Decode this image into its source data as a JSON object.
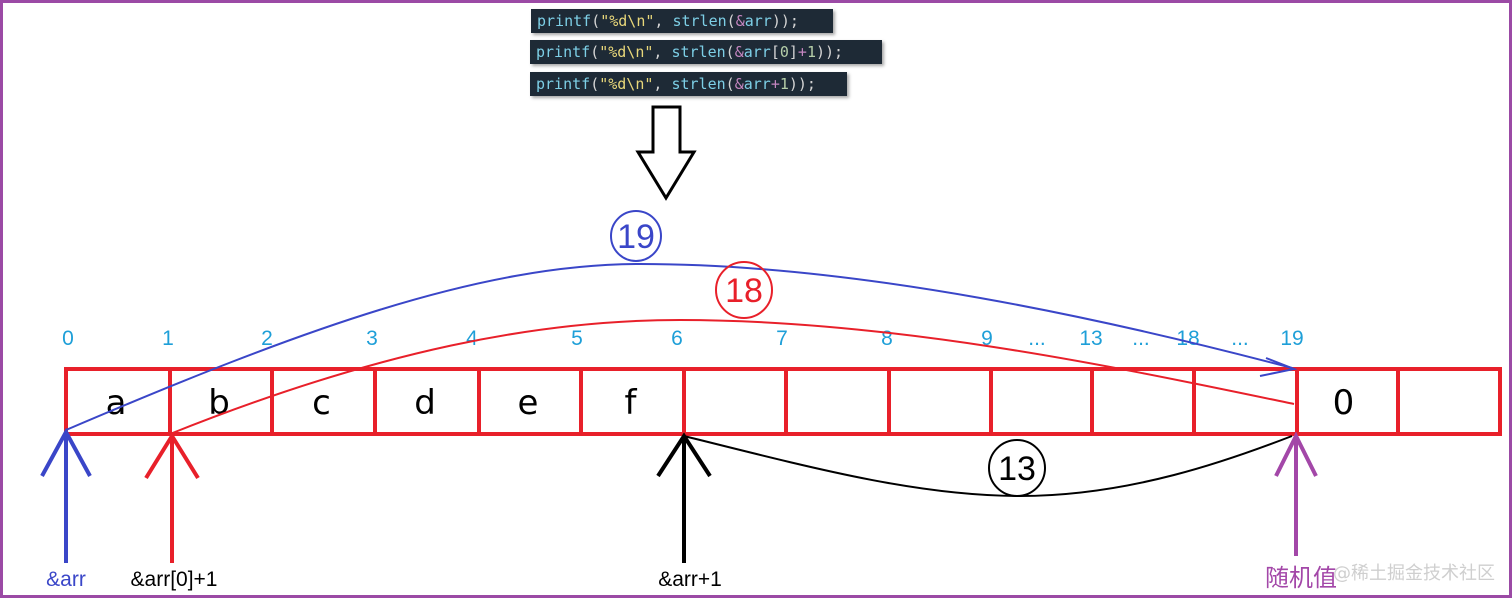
{
  "code_lines": [
    {
      "tokens": [
        {
          "t": "printf",
          "c": "fn"
        },
        {
          "t": "(",
          "c": "p"
        },
        {
          "t": "\"%d\\n\"",
          "c": "str"
        },
        {
          "t": ", ",
          "c": "p"
        },
        {
          "t": "strlen",
          "c": "fn"
        },
        {
          "t": "(",
          "c": "p"
        },
        {
          "t": "&",
          "c": "op"
        },
        {
          "t": "arr",
          "c": "fn"
        },
        {
          "t": "));",
          "c": "p"
        }
      ]
    },
    {
      "tokens": [
        {
          "t": "printf",
          "c": "fn"
        },
        {
          "t": "(",
          "c": "p"
        },
        {
          "t": "\"%d\\n\"",
          "c": "str"
        },
        {
          "t": ", ",
          "c": "p"
        },
        {
          "t": "strlen",
          "c": "fn"
        },
        {
          "t": "(",
          "c": "p"
        },
        {
          "t": "&",
          "c": "op"
        },
        {
          "t": "arr",
          "c": "fn"
        },
        {
          "t": "[",
          "c": "p"
        },
        {
          "t": "0",
          "c": "num"
        },
        {
          "t": "]",
          "c": "p"
        },
        {
          "t": "+",
          "c": "op"
        },
        {
          "t": "1",
          "c": "num"
        },
        {
          "t": "));",
          "c": "p"
        }
      ]
    },
    {
      "tokens": [
        {
          "t": "printf",
          "c": "fn"
        },
        {
          "t": "(",
          "c": "p"
        },
        {
          "t": "\"%d\\n\"",
          "c": "str"
        },
        {
          "t": ", ",
          "c": "p"
        },
        {
          "t": "strlen",
          "c": "fn"
        },
        {
          "t": "(",
          "c": "p"
        },
        {
          "t": "&",
          "c": "op"
        },
        {
          "t": "arr",
          "c": "fn"
        },
        {
          "t": "+",
          "c": "op"
        },
        {
          "t": "1",
          "c": "num"
        },
        {
          "t": "));",
          "c": "p"
        }
      ]
    }
  ],
  "cells": [
    "a",
    "b",
    "c",
    "d",
    "e",
    "f",
    "",
    "",
    "",
    "",
    "",
    "",
    "0",
    ""
  ],
  "indices": [
    "0",
    "1",
    "2",
    "3",
    "4",
    "5",
    "6",
    "7",
    "8",
    "9",
    "...",
    "13",
    "...",
    "18",
    "...",
    "19"
  ],
  "counts": {
    "blue": "19",
    "red": "18",
    "black": "13"
  },
  "labels": {
    "arr": "&arr",
    "arr0p1": "&arr[0]+1",
    "arrp1": "&arr+1",
    "random": "随机值"
  },
  "watermark": "@稀土掘金技术社区",
  "colors": {
    "blue": "#3a46c8",
    "red": "#e8202a",
    "black": "#000000",
    "purple": "#a347a8",
    "index": "#1e9fd8"
  }
}
